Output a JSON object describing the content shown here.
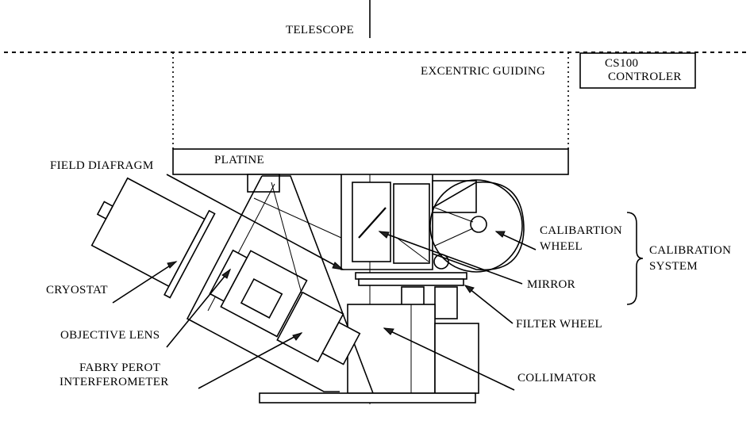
{
  "labels": {
    "telescope": "TELESCOPE",
    "excentric_guiding": "EXCENTRIC GUIDING",
    "cs100_line1": "CS100",
    "cs100_line2": "CONTROLER",
    "platine": "PLATINE",
    "field_diafragm": "FIELD DIAFRAGM",
    "calibration_wheel_line1": "CALIBARTION",
    "calibration_wheel_line2": "WHEEL",
    "calibration_system_line1": "CALIBRATION",
    "calibration_system_line2": "SYSTEM",
    "cryostat": "CRYOSTAT",
    "mirror": "MIRROR",
    "objective_lens": "OBJECTIVE LENS",
    "filter_wheel": "FILTER WHEEL",
    "fabry_perot_line1": "FABRY PEROT",
    "fabry_perot_line2": "INTERFEROMETER",
    "collimator": "COLLIMATOR"
  }
}
